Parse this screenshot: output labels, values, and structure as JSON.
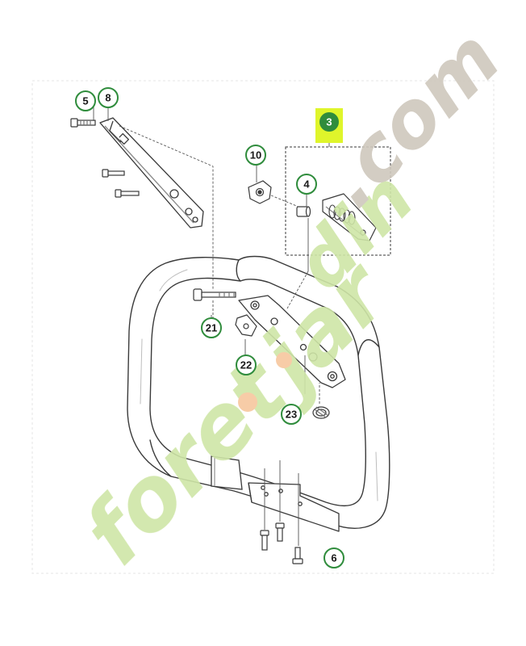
{
  "diagram": {
    "callouts": [
      {
        "id": "5",
        "label": "5"
      },
      {
        "id": "8",
        "label": "8"
      },
      {
        "id": "10",
        "label": "10"
      },
      {
        "id": "4",
        "label": "4"
      },
      {
        "id": "21",
        "label": "21"
      },
      {
        "id": "22",
        "label": "22"
      },
      {
        "id": "23",
        "label": "23"
      },
      {
        "id": "6",
        "label": "6"
      },
      {
        "id": "3",
        "label": "3"
      }
    ],
    "watermark": "foretjardin.com"
  },
  "colors": {
    "callout_border": "#2f8c3c",
    "highlight_fill": "#dff52b",
    "highlight_circle": "#2f8c3c",
    "line_art": "#333333",
    "watermark_green": "#cfe6a6",
    "watermark_orange": "#f6c79e",
    "watermark_grey": "#cfc8bd"
  }
}
